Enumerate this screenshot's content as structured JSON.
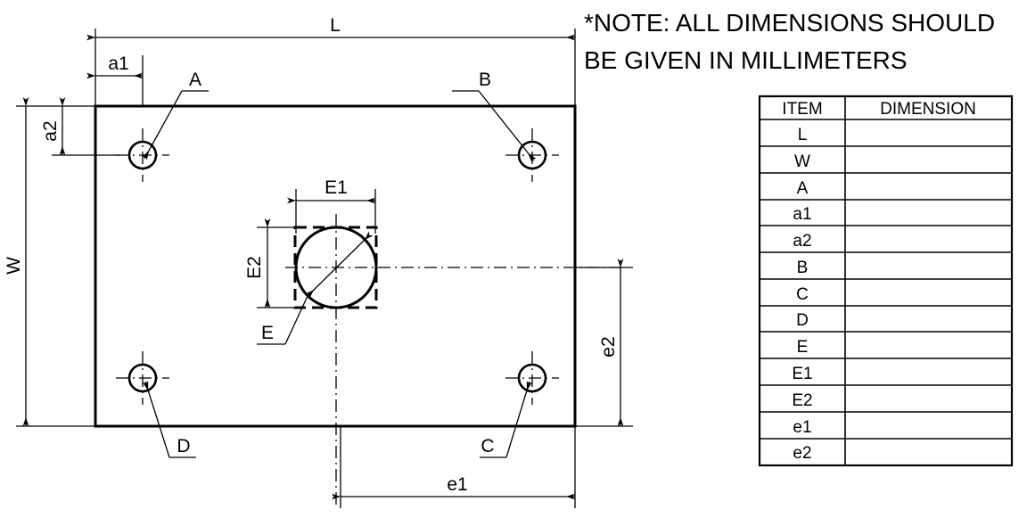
{
  "note": {
    "line1": "*NOTE: ALL DIMENSIONS SHOULD",
    "line2": "BE GIVEN IN MILLIMETERS"
  },
  "table": {
    "headers": [
      "ITEM",
      "DIMENSION"
    ],
    "rows": [
      {
        "item": "L",
        "dimension": ""
      },
      {
        "item": "W",
        "dimension": ""
      },
      {
        "item": "A",
        "dimension": ""
      },
      {
        "item": "a1",
        "dimension": ""
      },
      {
        "item": "a2",
        "dimension": ""
      },
      {
        "item": "B",
        "dimension": ""
      },
      {
        "item": "C",
        "dimension": ""
      },
      {
        "item": "D",
        "dimension": ""
      },
      {
        "item": "E",
        "dimension": ""
      },
      {
        "item": "E1",
        "dimension": ""
      },
      {
        "item": "E2",
        "dimension": ""
      },
      {
        "item": "e1",
        "dimension": ""
      },
      {
        "item": "e2",
        "dimension": ""
      }
    ]
  },
  "drawing": {
    "dimension_labels": {
      "length": "L",
      "width": "W",
      "a1": "a1",
      "a2": "a2",
      "e1": "e1",
      "e2": "e2",
      "E1": "E1",
      "E2": "E2"
    },
    "feature_labels": {
      "hole_top_left": "A",
      "hole_top_right": "B",
      "hole_bottom_right": "C",
      "hole_bottom_left": "D",
      "center_bore": "E"
    }
  },
  "colors": {
    "ink": "#000000",
    "paper": "#ffffff"
  }
}
